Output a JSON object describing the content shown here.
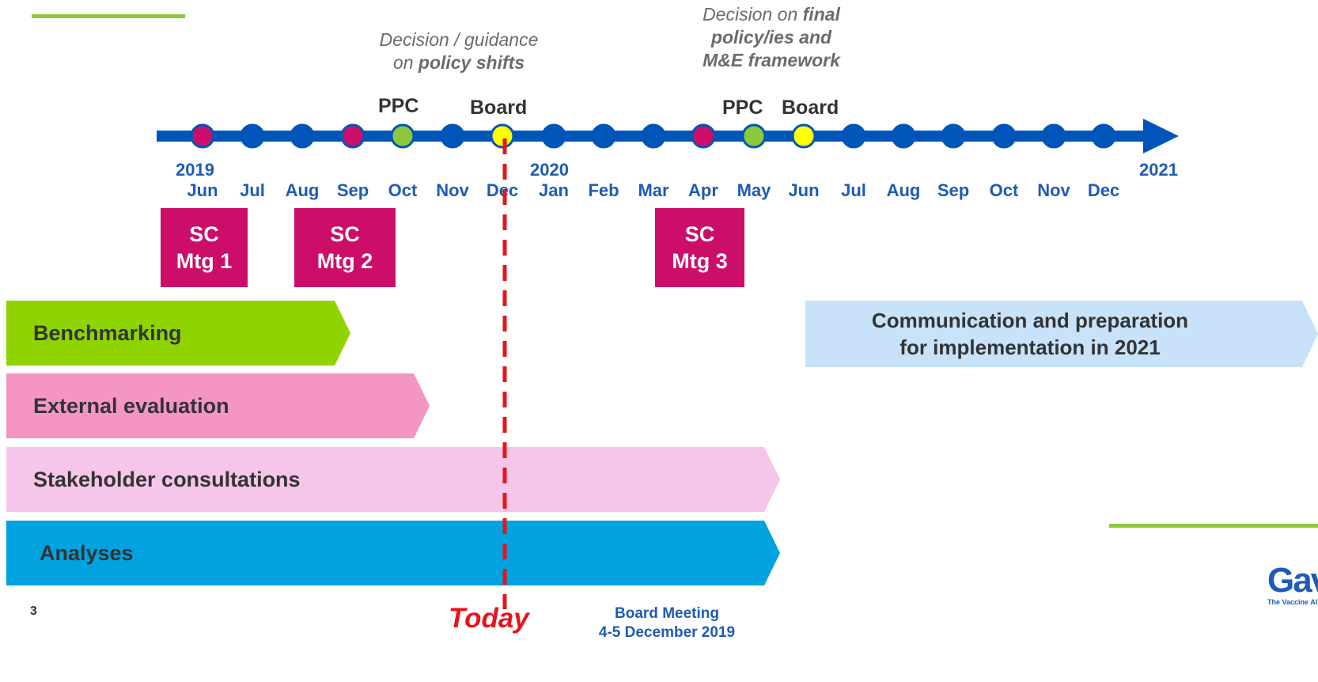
{
  "notes": {
    "policy_shifts": {
      "pre": "Decision / guidance",
      "pre2": "on ",
      "bold": "policy shifts"
    },
    "final_policy": {
      "pre": "Decision on ",
      "bold1": "final",
      "bold2": "policy/ies and",
      "bold3": "M&E framework"
    }
  },
  "events": {
    "ppc1": "PPC",
    "board1": "Board",
    "ppc2": "PPC",
    "board2": "Board"
  },
  "years": {
    "y2019": "2019",
    "y2020": "2020",
    "y2021": "2021"
  },
  "months": [
    "Jun",
    "Jul",
    "Aug",
    "Sep",
    "Oct",
    "Nov",
    "Dec",
    "Jan",
    "Feb",
    "Mar",
    "Apr",
    "May",
    "Jun",
    "Jul",
    "Aug",
    "Sep",
    "Oct",
    "Nov",
    "Dec"
  ],
  "milestones": [
    {
      "label": "",
      "color": "#cc0e6a"
    },
    {
      "label": "",
      "color": "#0055b8"
    },
    {
      "label": "",
      "color": "#0055b8"
    },
    {
      "label": "",
      "color": "#cc0e6a"
    },
    {
      "label": "",
      "color": "#8cc83c"
    },
    {
      "label": "",
      "color": "#0055b8"
    },
    {
      "label": "",
      "color": "#ffff00"
    },
    {
      "label": "",
      "color": "#0055b8"
    },
    {
      "label": "",
      "color": "#0055b8"
    },
    {
      "label": "",
      "color": "#0055b8"
    },
    {
      "label": "",
      "color": "#cc0e6a"
    },
    {
      "label": "",
      "color": "#8cc83c"
    },
    {
      "label": "",
      "color": "#ffff00"
    },
    {
      "label": "",
      "color": "#0055b8"
    },
    {
      "label": "",
      "color": "#0055b8"
    },
    {
      "label": "",
      "color": "#0055b8"
    },
    {
      "label": "",
      "color": "#0055b8"
    },
    {
      "label": "",
      "color": "#0055b8"
    },
    {
      "label": "",
      "color": "#0055b8"
    }
  ],
  "sc_meetings": [
    {
      "line1": "SC",
      "line2": "Mtg 1"
    },
    {
      "line1": "SC",
      "line2": "Mtg 2"
    },
    {
      "line1": "SC",
      "line2": "Mtg 3"
    }
  ],
  "workstreams": {
    "benchmarking": {
      "label": "Benchmarking",
      "color": "#8fd400"
    },
    "external_evaluation": {
      "label": "External evaluation",
      "color": "#f495c3"
    },
    "stakeholder_consultations": {
      "label": "Stakeholder consultations",
      "color": "#f5c6ea"
    },
    "analyses": {
      "label": "Analyses",
      "color": "#00a3e0"
    }
  },
  "communication": {
    "line1": "Communication and preparation",
    "line2": "for implementation in 2021",
    "color": "#c7e2f9"
  },
  "today_label": "Today",
  "board_meeting": {
    "line1": "Board Meeting",
    "line2": "4-5 December 2019"
  },
  "page_number": "3",
  "logo": {
    "name": "Gavi",
    "tagline": "The Vaccine Alliance"
  },
  "colors": {
    "timeline": "#0055b8",
    "today_line": "#e8141b",
    "accent_green": "#8cc83c"
  }
}
